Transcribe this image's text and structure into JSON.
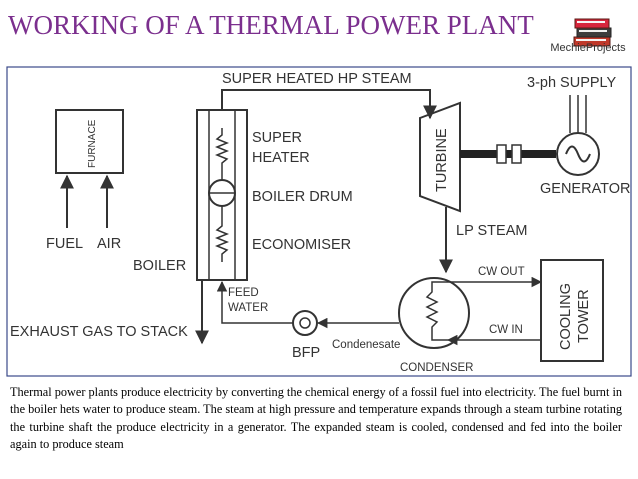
{
  "title": "WORKING OF A THERMAL POWER PLANT",
  "brand": "MechieProjects",
  "diagram": {
    "super_heated_hp_steam": "SUPER HEATED HP STEAM",
    "supply": "3-ph SUPPLY",
    "furnace": "FURNACE",
    "super_heater_1": "SUPER",
    "super_heater_2": "HEATER",
    "turbine": "TURBINE",
    "generator": "GENERATOR",
    "boiler_drum": "BOILER DRUM",
    "fuel": "FUEL",
    "air": "AIR",
    "economiser": "ECONOMISER",
    "lp_steam": "LP STEAM",
    "boiler": "BOILER",
    "cw_out": "CW OUT",
    "cooling_tower_1": "COOLING",
    "cooling_tower_2": "TOWER",
    "feed_water_1": "FEED",
    "feed_water_2": "WATER",
    "exhaust_gas": "EXHAUST GAS TO STACK",
    "condensate": "Condenesate",
    "cw_in": "CW IN",
    "bfp": "BFP",
    "condenser": "CONDENSER"
  },
  "description": "Thermal power plants produce electricity by converting the chemical energy of a fossil fuel into electricity. The fuel burnt in the boiler hets water to produce steam. The steam at high pressure and temperature expands through a steam turbine rotating the turbine shaft the produce electricity in a generator. The expanded steam is cooled, condensed and fed into the boiler again to produce steam"
}
